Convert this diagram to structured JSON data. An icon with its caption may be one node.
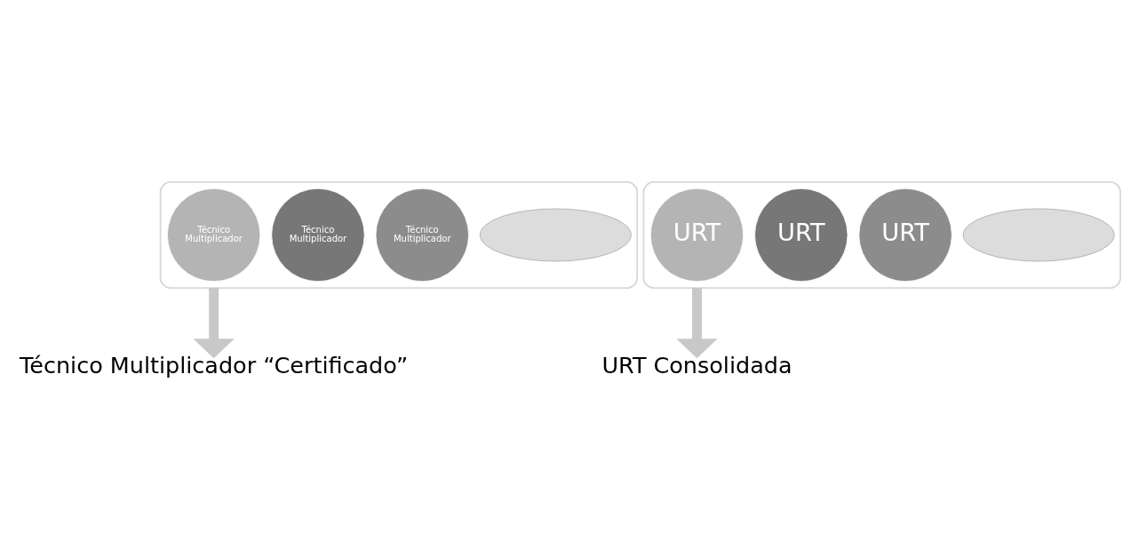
{
  "diagram": {
    "nodes": [
      {
        "text": [],
        "shape": "funnel"
      },
      {
        "text": [],
        "shape": "ellipse",
        "in": 0
      },
      {
        "text": [
          "Técnico Multiplicador"
        ],
        "in": 0
      },
      {
        "text": [
          "Técnico Multiplicador"
        ],
        "in": 0
      },
      {
        "text": [
          "Técnico Multiplicador"
        ],
        "in": 0
      },
      {
        "text": [
          "Técnico Multiplicador “Certificado”"
        ]
      },
      {
        "text": [],
        "shape": "funnel"
      },
      {
        "text": [],
        "shape": "ellipse",
        "in": 6
      },
      {
        "text": [
          "URT"
        ],
        "in": 6
      },
      {
        "text": [
          "URT"
        ],
        "in": 6
      },
      {
        "text": [
          "URT"
        ],
        "in": 6
      },
      {
        "text": [
          "URT Consolidada"
        ]
      }
    ],
    "edges": [
      {
        "from": 0,
        "to": 5,
        "arrow": "to"
      },
      {
        "from": 6,
        "to": 11,
        "arrow": "to"
      }
    ]
  }
}
